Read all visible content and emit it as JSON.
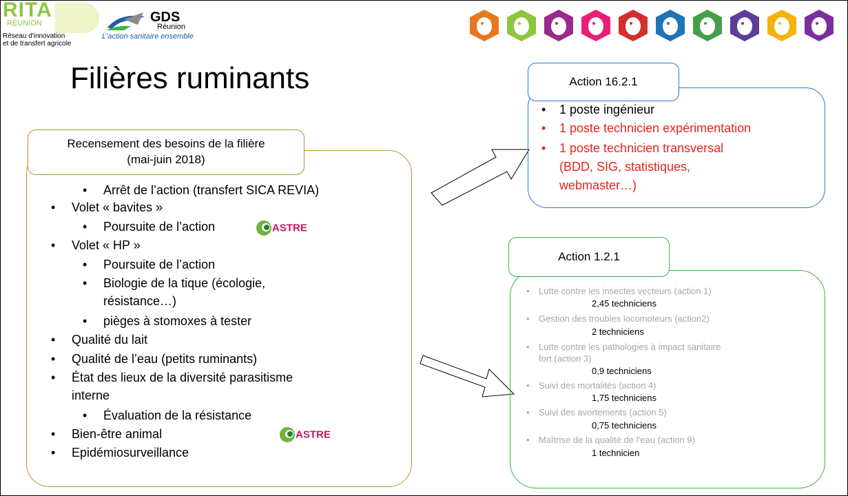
{
  "logos": {
    "rita_name": "RITA",
    "rita_region": "RÉUNION",
    "rita_line1": "Réseau d'innovation",
    "rita_line2": "et de transfert agricole",
    "gds_name": "GDS",
    "gds_region": "Réunion",
    "gds_tagline": "L'action sanitaire ensemble",
    "astre": "ASTRE",
    "animal_icons": [
      "cow-icon",
      "horse-icon",
      "sheep-icon",
      "pig-icon",
      "rabbit-icon",
      "goat-icon",
      "chicken-icon",
      "donkey-icon",
      "bee-icon",
      "deer-icon"
    ],
    "animal_colors": [
      "#e87722",
      "#8dc63f",
      "#9b2a8a",
      "#e91e78",
      "#d32f2f",
      "#1f73b7",
      "#43a047",
      "#5e3c99",
      "#f5b20a",
      "#7b2f9e"
    ]
  },
  "title": "Filières ruminants",
  "census": {
    "label_line1": "Recensement des besoins de la filière",
    "label_line2": "(mai-juin 2018)",
    "items": [
      "Arrêt de l’action (transfert SICA REVIA)",
      "Volet « bavites »",
      "Poursuite de l’action",
      "Volet « HP »",
      "Poursuite de l’action",
      "Biologie de la tique (écologie,",
      "résistance…)",
      "pièges à stomoxes à tester",
      "Qualité du lait",
      "Qualité de l’eau (petits ruminants)",
      "État des lieux de la diversité parasitisme",
      "interne",
      "Évaluation de la résistance",
      "Bien-être animal",
      "Epidémiosurveillance"
    ]
  },
  "action_16": {
    "label": "Action 16.2.1",
    "items": [
      "1 poste ingénieur",
      "1 poste technicien expérimentation",
      "1 poste technicien transversal",
      "(BDD, SIG, statistiques,",
      "webmaster…)"
    ]
  },
  "action_1": {
    "label": "Action 1.2.1",
    "items": [
      {
        "name": "Lutte contre les insectes vecteurs (action 1)",
        "value": "2,45 techniciens"
      },
      {
        "name": "Gestion des troubles locomoteurs (action2)",
        "value": "2 techniciens"
      },
      {
        "name": "Lutte contre les pathologies à impact sanitaire",
        "name2": "fort (action 3)",
        "value": "0,9 techniciens"
      },
      {
        "name": "Suivi des mortalités (action 4)",
        "value": "1,75 techniciens"
      },
      {
        "name": "Suivi des avortements (action 5)",
        "value": "0,75 techniciens"
      },
      {
        "name": "Maîtrise de la qualité de l’eau (action 9)",
        "value": "1 technicien"
      }
    ]
  },
  "colors": {
    "gold": "#b8912e",
    "blue": "#2e74d4",
    "green": "#3ab54a",
    "red": "#e8231f",
    "grey_text": "#a6a6a6"
  }
}
